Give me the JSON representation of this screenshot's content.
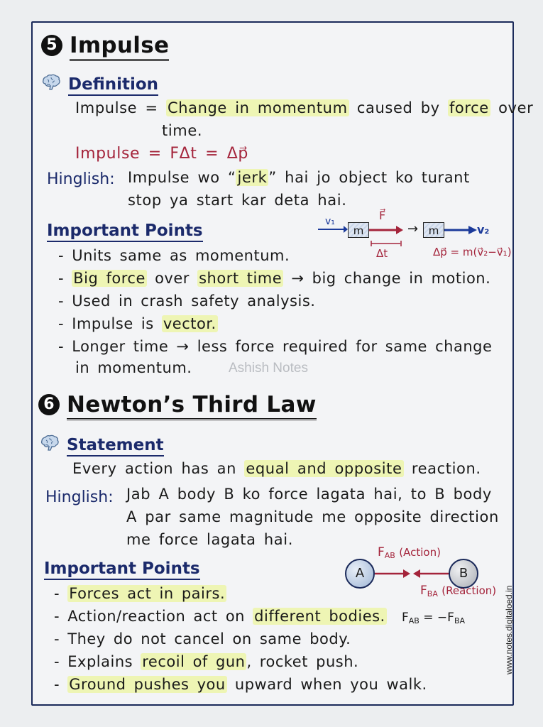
{
  "sections": [
    {
      "number": "5",
      "title": "Impulse",
      "definition": {
        "heading": "Definition",
        "line1_pre": "Impulse = ",
        "line1_hl1": "Change in momentum",
        "line1_mid": " caused by ",
        "line1_hl2": "force",
        "line1_post": " over",
        "line2": "time.",
        "formula": "Impulse = FΔt = Δp⃗"
      },
      "hinglish": {
        "label": "Hinglish:",
        "line1_pre": "Impulse wo “",
        "line1_hl": "jerk",
        "line1_post": "” hai jo object ko turant",
        "line2": "stop ya start kar deta hai."
      },
      "important_points": {
        "heading": "Important Points",
        "items": [
          {
            "pre": "- Units same as momentum.",
            "hl1": "",
            "mid": "",
            "hl2": "",
            "post": ""
          },
          {
            "pre": "- ",
            "hl1": "Big force",
            "mid": " over ",
            "hl2": "short time",
            "post": " → big change in motion."
          },
          {
            "pre": "- Used in crash safety analysis.",
            "hl1": "",
            "mid": "",
            "hl2": "",
            "post": ""
          },
          {
            "pre": "- Impulse is ",
            "hl1": "vector.",
            "mid": "",
            "hl2": "",
            "post": ""
          },
          {
            "pre": "- Longer time → less force required for same change",
            "hl1": "",
            "mid": "",
            "hl2": "",
            "post": ""
          }
        ],
        "continuation": "in momentum."
      },
      "diagram": {
        "v1": "v₁",
        "mass": "m",
        "force": "F⃗",
        "delta_t": "Δt",
        "arrow": "→",
        "v2": "v₂",
        "equation": "Δp⃗ = m(v⃗₂−v⃗₁)",
        "colors": {
          "force": "#a4243b",
          "velocity": "#1b3a9a"
        }
      }
    },
    {
      "number": "6",
      "title": "Newton’s Third Law",
      "statement": {
        "heading": "Statement",
        "pre": "Every action has an ",
        "hl": "equal and opposite",
        "post": " reaction."
      },
      "hinglish": {
        "label": "Hinglish:",
        "line1": "Jab A body B ko force lagata hai, to B body",
        "line2": "A par same magnitude me opposite direction",
        "line3": "me force lagata hai."
      },
      "important_points": {
        "heading": "Important Points",
        "items": [
          {
            "pre": "- ",
            "hl": "Forces act in pairs.",
            "post": ""
          },
          {
            "pre": "- Action/reaction act on ",
            "hl": "different bodies.",
            "post": ""
          },
          {
            "pre": "- They do not cancel on same body.",
            "hl": "",
            "post": ""
          },
          {
            "pre": "- Explains ",
            "hl": "recoil of gun",
            "post": ", rocket push."
          },
          {
            "pre": "- ",
            "hl": "Ground pushes you",
            "post": " upward when you walk."
          }
        ]
      },
      "diagram": {
        "body_a": "A",
        "body_b": "B",
        "action_label": "(Action)",
        "reaction_label": "(Reaction)",
        "f_ab": "F",
        "f_ab_sub": "AB",
        "f_ba": "F",
        "f_ba_sub": "BA",
        "relation_left": "F",
        "relation_left_sub": "AB",
        "relation_mid": " = −F",
        "relation_right_sub": "BA"
      }
    }
  ],
  "watermark": "Ashish Notes",
  "side_url": "www.notes.digitaloed.in",
  "colors": {
    "heading_blue": "#1b2a6b",
    "formula_red": "#a4243b",
    "highlight": "#eef5b4",
    "border": "#1b2a5a"
  }
}
